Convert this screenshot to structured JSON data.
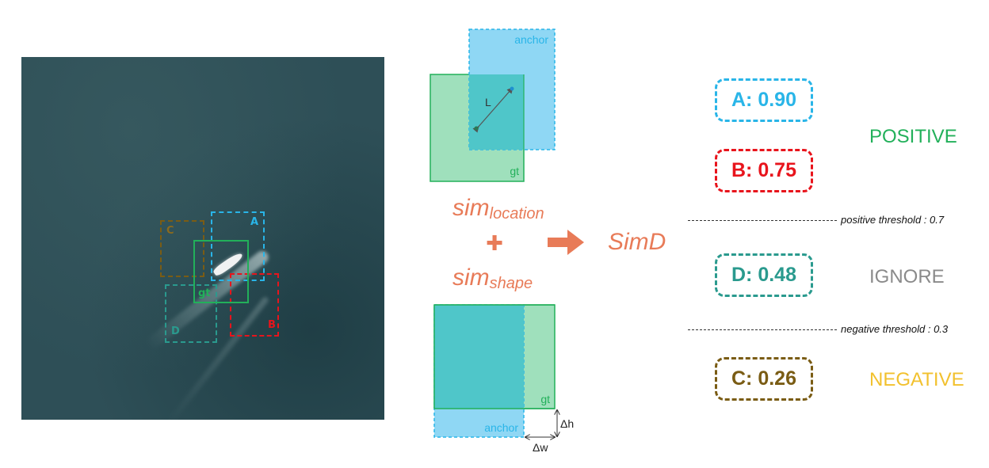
{
  "colors": {
    "box_a": "#29b5e8",
    "box_b": "#e8141c",
    "box_c": "#7a5c14",
    "box_d": "#2a9a8e",
    "gt": "#22b05a",
    "positive": "#22b05a",
    "ignore": "#8a8a8a",
    "negative": "#f2c12e",
    "accent": "#e87b58",
    "anchor_fill": "#8fd7f4",
    "gt_fill": "#9fe0bc",
    "overlap_fill": "#4fc6c9"
  },
  "aerial": {
    "labels": {
      "a": "A",
      "b": "B",
      "c": "C",
      "d": "D",
      "gt": "gt"
    }
  },
  "location_diagram": {
    "anchor_label": "anchor",
    "gt_label": "gt",
    "distance_label": "L"
  },
  "shape_diagram": {
    "anchor_label": "anchor",
    "gt_label": "gt",
    "dh_label": "Δh",
    "dw_label": "Δw"
  },
  "formula": {
    "term1_base": "sim",
    "term1_sub": "location",
    "term2_base": "sim",
    "term2_sub": "shape",
    "plus": "✚",
    "result": "SimD"
  },
  "results": [
    {
      "text": "A: 0.90",
      "color": "#29b5e8"
    },
    {
      "text": "B: 0.75",
      "color": "#e8141c"
    },
    {
      "text": "D: 0.48",
      "color": "#2a9a8e"
    },
    {
      "text": "C: 0.26",
      "color": "#7a5c14"
    }
  ],
  "status": {
    "positive": "POSITIVE",
    "ignore": "IGNORE",
    "negative": "NEGATIVE"
  },
  "thresholds": {
    "positive": "positive threshold  :  0.7",
    "negative": "negative threshold  :  0.3"
  }
}
